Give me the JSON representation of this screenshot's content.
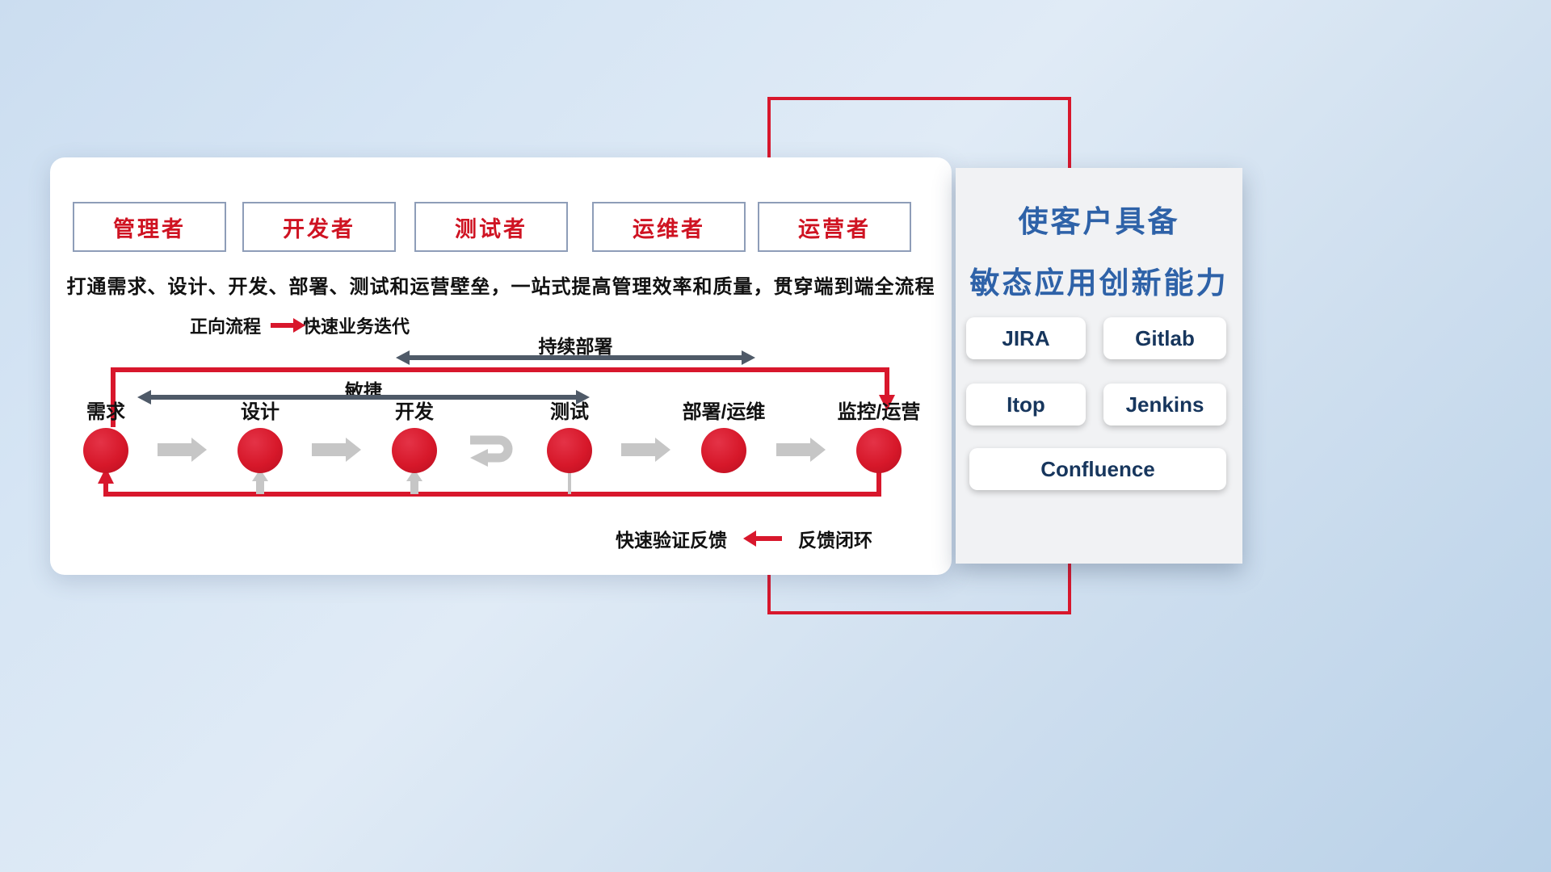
{
  "card": {
    "roles": [
      "管理者",
      "开发者",
      "测试者",
      "运维者",
      "运营者"
    ],
    "subtitle": "打通需求、设计、开发、部署、测试和运营壁垒，一站式提高管理效率和质量，贯穿端到端全流程",
    "legend_forward": {
      "label": "正向流程",
      "desc": "快速业务迭代"
    },
    "span_arrows": {
      "continuous_deploy": "持续部署",
      "agile": "敏捷"
    },
    "stages": [
      "需求",
      "设计",
      "开发",
      "测试",
      "部署/运维",
      "监控/运营"
    ],
    "legend_feedback": {
      "label": "快速验证反馈",
      "desc": "反馈闭环"
    }
  },
  "panel": {
    "title_line1": "使客户具备",
    "title_line2": "敏态应用创新能力",
    "tools": [
      "JIRA",
      "Gitlab",
      "Itop",
      "Jenkins",
      "Confluence"
    ]
  },
  "colors": {
    "accent_red": "#d8172c",
    "title_blue": "#2e62a8",
    "tool_text_navy": "#17365d",
    "dark_arrow": "#4f5a68",
    "gray_arrow": "#c6c6c6"
  }
}
